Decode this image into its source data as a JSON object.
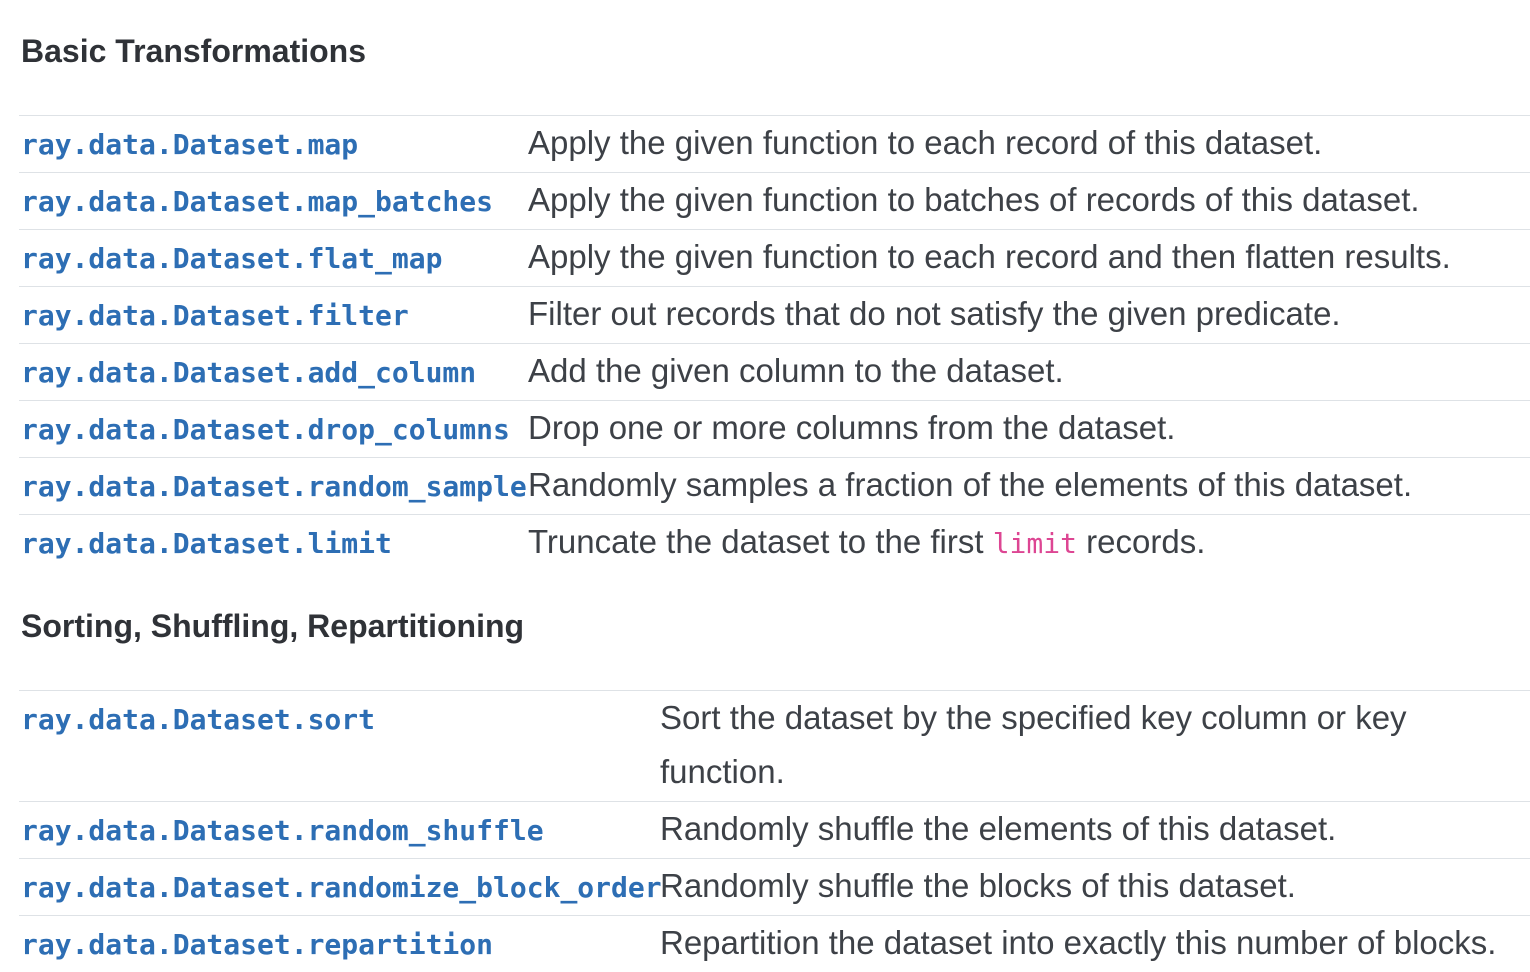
{
  "colors": {
    "background": "#ffffff",
    "link": "#2d6eb4",
    "inline_code": "#dd4693",
    "row_border": "#dee2e6",
    "heading": "#2f3237",
    "body_text": "#3d4147"
  },
  "sections": [
    {
      "title": "Basic Transformations",
      "rows": [
        {
          "api": "ray.data.Dataset.map",
          "desc_pre": "Apply the given function to each record of this dataset."
        },
        {
          "api": "ray.data.Dataset.map_batches",
          "desc_pre": "Apply the given function to batches of records of this dataset."
        },
        {
          "api": "ray.data.Dataset.flat_map",
          "desc_pre": "Apply the given function to each record and then flatten results."
        },
        {
          "api": "ray.data.Dataset.filter",
          "desc_pre": "Filter out records that do not satisfy the given predicate."
        },
        {
          "api": "ray.data.Dataset.add_column",
          "desc_pre": "Add the given column to the dataset."
        },
        {
          "api": "ray.data.Dataset.drop_columns",
          "desc_pre": "Drop one or more columns from the dataset."
        },
        {
          "api": "ray.data.Dataset.random_sample",
          "desc_pre": "Randomly samples a fraction of the elements of this dataset."
        },
        {
          "api": "ray.data.Dataset.limit",
          "desc_pre": "Truncate the dataset to the first ",
          "desc_code": "limit",
          "desc_post": " records."
        }
      ]
    },
    {
      "title": "Sorting, Shuffling, Repartitioning",
      "rows": [
        {
          "api": "ray.data.Dataset.sort",
          "desc_pre": "Sort the dataset by the specified key column or key function."
        },
        {
          "api": "ray.data.Dataset.random_shuffle",
          "desc_pre": "Randomly shuffle the elements of this dataset."
        },
        {
          "api": "ray.data.Dataset.randomize_block_order",
          "desc_pre": "Randomly shuffle the blocks of this dataset."
        },
        {
          "api": "ray.data.Dataset.repartition",
          "desc_pre": "Repartition the dataset into exactly this number of blocks."
        }
      ]
    }
  ]
}
